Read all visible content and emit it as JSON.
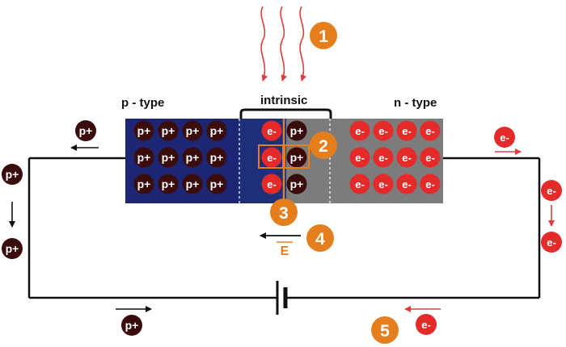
{
  "labels": {
    "p_type": "p - type",
    "intrinsic": "intrinsic",
    "n_type": "n - type",
    "field": "E"
  },
  "carriers": {
    "hole": "p+",
    "electron": "e-"
  },
  "markers": [
    "1",
    "2",
    "3",
    "4",
    "5"
  ],
  "colors": {
    "p_region": "#1d2675",
    "intrinsic_region": "#1f2f7a",
    "n_region": "#7c7c7c",
    "hole": "#3a0c0c",
    "electron": "#e52a2a",
    "marker": "#e57f1e",
    "light": "#e33b3b",
    "wire": "#111111"
  }
}
